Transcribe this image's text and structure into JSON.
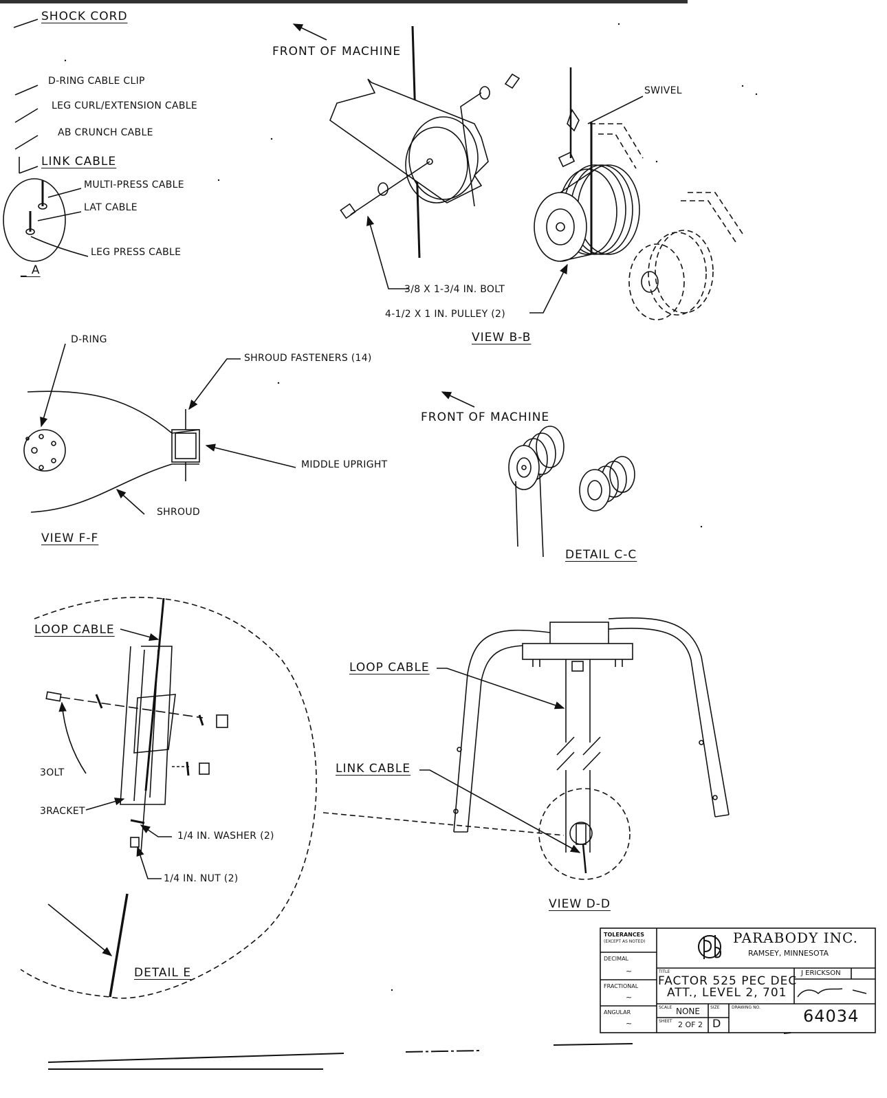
{
  "labels": {
    "shock_cord": "SHOCK CORD",
    "front_of_machine_1": "FRONT OF MACHINE",
    "d_ring_cable_clip": "D-RING CABLE CLIP",
    "leg_curl_cable": "LEG CURL/EXTENSION CABLE",
    "ab_crunch_cable": "AB CRUNCH CABLE",
    "link_cable_top": "LINK CABLE",
    "multi_press_cable": "MULTI-PRESS CABLE",
    "lat_cable": "LAT CABLE",
    "leg_press_cable": "LEG PRESS CABLE",
    "view_a": "_ A",
    "swivel": "SWIVEL",
    "bolt_spec": "3/8 X 1-3/4 IN. BOLT",
    "pulley_spec": "4-1/2 X 1 IN. PULLEY (2)",
    "view_b": "VIEW B-B",
    "d_ring": "D-RING",
    "shroud_fasteners": "SHROUD FASTENERS (14)",
    "middle_upright": "MIDDLE UPRIGHT",
    "shroud": "SHROUD",
    "view_f": "VIEW F-F",
    "front_of_machine_2": "FRONT OF MACHINE",
    "detail_c": "DETAIL C-C",
    "loop_cable_e": "LOOP CABLE",
    "bolt_e": "3OLT",
    "bracket_e": "3RACKET",
    "washer": "1/4 IN. WASHER (2)",
    "nut": "1/4 IN. NUT (2)",
    "detail_e": "DETAIL E",
    "loop_cable_d": "LOOP CABLE",
    "link_cable_d": "LINK CABLE",
    "view_d": "VIEW D-D"
  },
  "title_block": {
    "tolerances": "TOLERANCES",
    "tolerances_note": "(EXCEPT AS NOTED)",
    "decimal": "DECIMAL",
    "fractional": "FRACTIONAL",
    "angular": "ANGULAR",
    "tilde": "~",
    "company": "PARABODY INC.",
    "location": "RAMSEY, MINNESOTA",
    "drawn_by": "J ERICKSON",
    "title_label": "TITLE",
    "title_line1": "FACTOR 525 PEC DEC",
    "title_line2": "ATT., LEVEL 2, 701",
    "scale_label": "SCALE",
    "scale_value": "NONE",
    "size_label": "SIZE",
    "size_value": "D",
    "sheet_label": "SHEET",
    "sheet_value": "2 OF 2",
    "drawing_no_label": "DRAWING NO.",
    "drawing_no": "64034"
  }
}
